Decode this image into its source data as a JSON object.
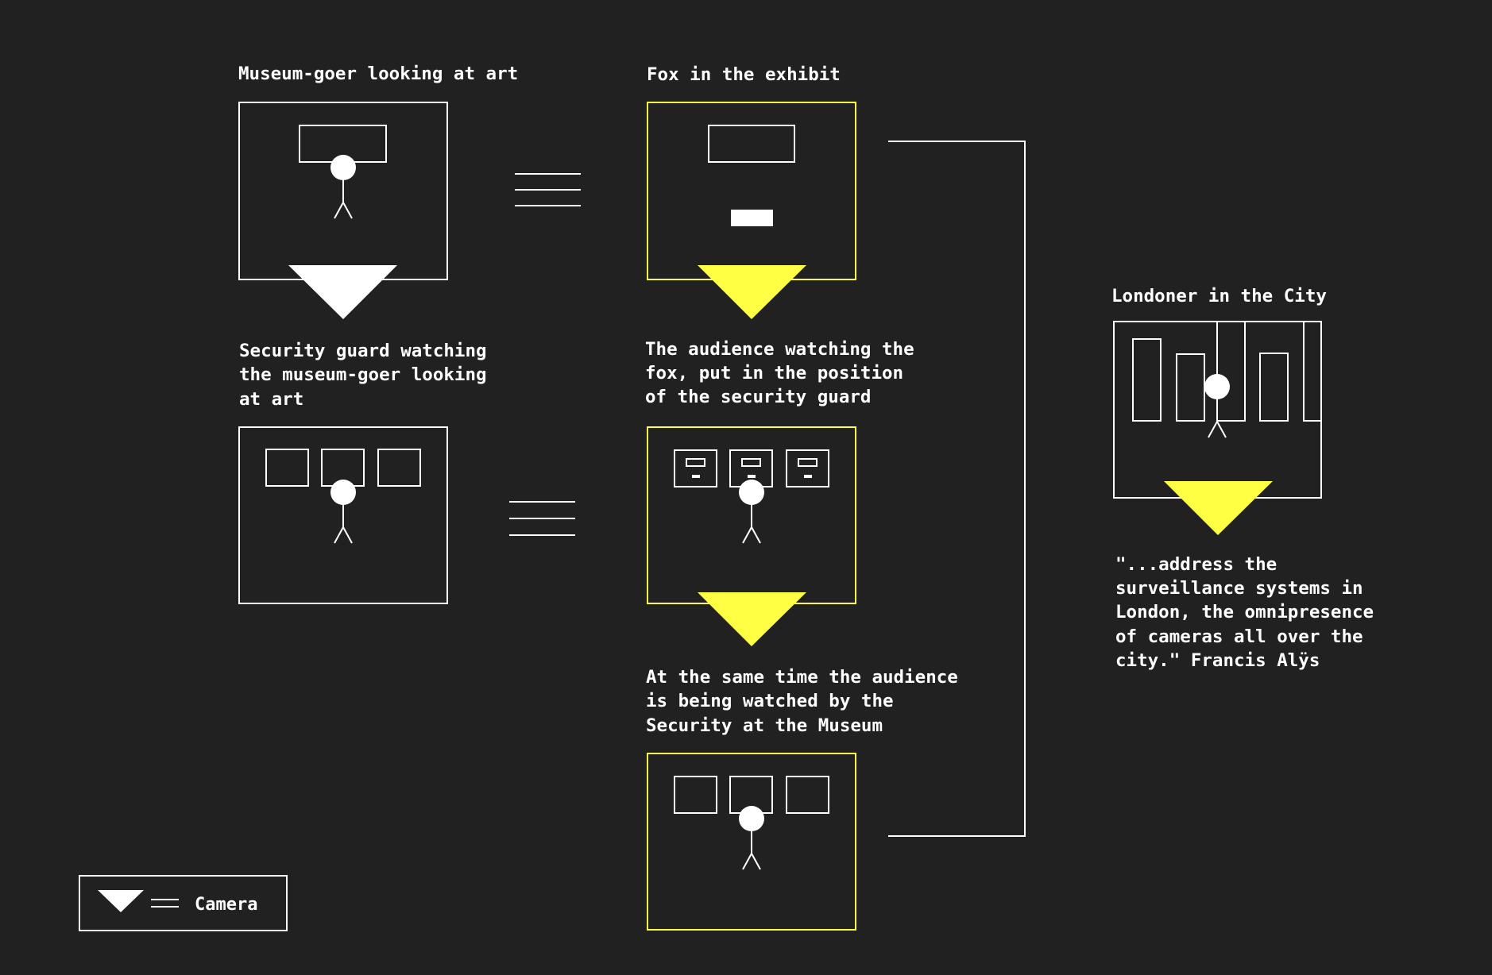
{
  "colors": {
    "background": "#212121",
    "line": "#ffffff",
    "highlight": "#ffff44"
  },
  "labels": {
    "museum_goer": "Museum-goer looking at art",
    "fox_exhibit": "Fox in the exhibit",
    "security_guard": [
      "Security guard watching",
      "the museum-goer looking",
      "at art"
    ],
    "audience_fox": [
      "The audience watching the",
      "fox, put in the position",
      "of the security guard"
    ],
    "audience_watched": [
      "At the same time the audience",
      "is being watched by the",
      "Security at the Museum"
    ],
    "londoner": "Londoner in the City",
    "quote": [
      "\"...address the",
      "surveillance systems in",
      "London, the omnipresence",
      "of cameras all over the",
      "city.\" Francis Alÿs"
    ]
  },
  "legend": {
    "camera_label": "Camera",
    "icon": "camera-triangle-icon"
  },
  "icons": {
    "camera": "camera-triangle-icon",
    "equals": "equals-lines-icon",
    "figure": "stick-figure-icon",
    "frame": "art-frame-icon",
    "monitor": "monitor-screen-icon",
    "fox": "fox-block-icon"
  }
}
